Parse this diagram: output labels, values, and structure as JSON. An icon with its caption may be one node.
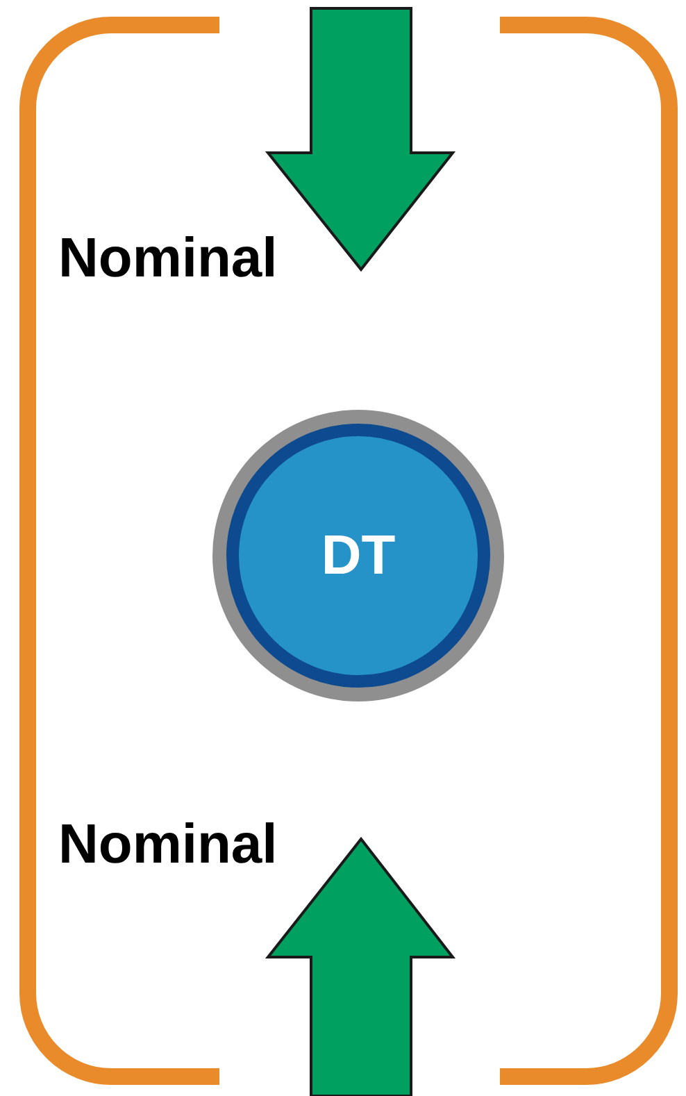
{
  "diagram": {
    "nodes": [
      {
        "text": [
          "DT"
        ]
      }
    ],
    "labels": [
      "Nominal",
      "Nominal"
    ]
  }
}
